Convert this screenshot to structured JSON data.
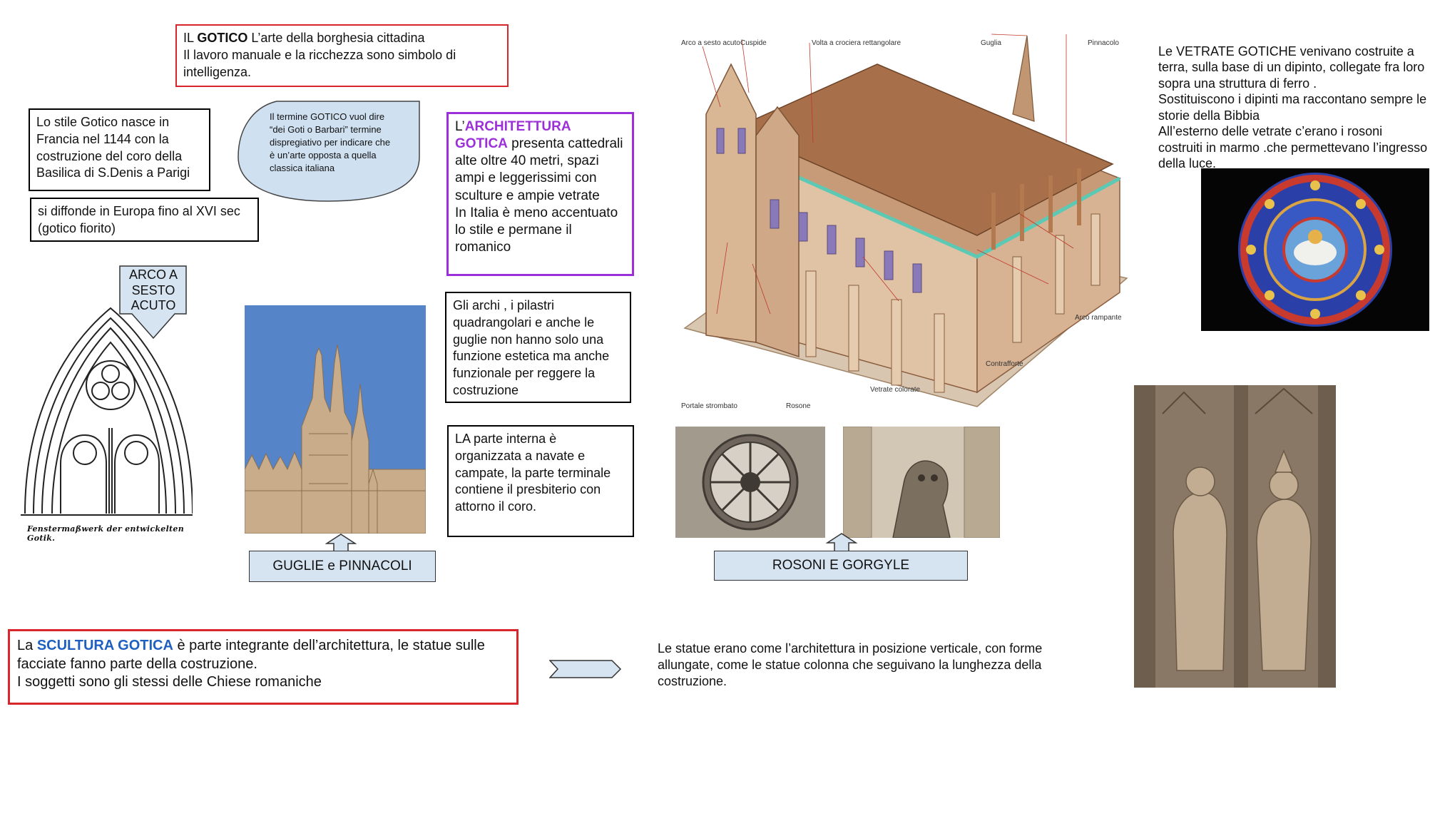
{
  "intro": {
    "prefix": "IL ",
    "keyword": "GOTICO",
    "suffix": "  L’arte della borghesia cittadina",
    "line2": "Il lavoro manuale e la ricchezza sono simbolo di intelligenza."
  },
  "origin_box": {
    "text": "Lo stile Gotico nasce in Francia nel  1144 con la costruzione del coro della Basilica di S.Denis a Parigi"
  },
  "spread_box": {
    "text": "si diffonde in Europa fino al XVI sec (gotico fiorito)"
  },
  "term_bubble": {
    "text": "Il termine GOTICO vuol dire “dei Goti o Barbari” termine dispregiativo per indicare che è un’arte opposta a quella classica italiana"
  },
  "architecture_box": {
    "prefix": "L’",
    "keyword": "ARCHITETTURA GOTICA",
    "body": " presenta cattedrali alte oltre  40 metri, spazi ampi e leggerissimi con sculture  e ampie vetrate\nIn Italia è meno accentuato lo stile e permane il romanico"
  },
  "arches_box": {
    "text": "Gli archi , i pilastri quadrangolari e anche le guglie non hanno solo una funzione estetica ma anche funzionale per reggere la costruzione"
  },
  "interior_box": {
    "text": "LA parte interna è organizzata a navate e campate, la parte terminale contiene il presbiterio con attorno il coro."
  },
  "arch_label": {
    "text": "ARCO A SESTO ACUTO"
  },
  "arch_caption": {
    "text": "Fenstermaßwerk der entwickelten Gotik."
  },
  "spires_label": {
    "text": "GUGLIE e PINNACOLI"
  },
  "rose_label": {
    "text": "ROSONI E GORGYLE"
  },
  "cathedral_labels": {
    "arco_sesto_acuto": "Arco a sesto acuto",
    "cuspide": "Cuspide",
    "volta": "Volta a crociera rettangolare",
    "guglia": "Guglia",
    "pinnacolo": "Pinnacolo",
    "arco_rampante": "Arco rampante",
    "contrafforte": "Contrafforte",
    "vetrate": "Vetrate colorate",
    "rosone": "Rosone",
    "portale": "Portale strombato"
  },
  "windows_text": {
    "text": "Le VETRATE GOTICHE  venivano costruite a terra, sulla base di un dipinto, collegate fra loro sopra una struttura di ferro .\nSostituiscono i dipinti ma raccontano sempre le storie della Bibbia\nAll’esterno delle vetrate c’erano i rosoni costruiti in marmo .che permettevano l’ingresso della luce."
  },
  "sculpture_box": {
    "prefix": "La ",
    "keyword": "SCULTURA GOTICA",
    "body": " è parte integrante dell’architettura, le statue sulle facciate fanno parte della costruzione.\nI soggetti sono gli stessi delle Chiese romaniche"
  },
  "statues_text": {
    "text": "Le statue erano come l’architettura in posizione verticale, con forme allungate, come le statue colonna che seguivano la lunghezza della costruzione."
  },
  "colors": {
    "red_border": "#d9262c",
    "purple": "#9b30d9",
    "blue": "#1f5fbf",
    "label_fill": "#d6e4f2",
    "sky": "#4f7fc4"
  }
}
